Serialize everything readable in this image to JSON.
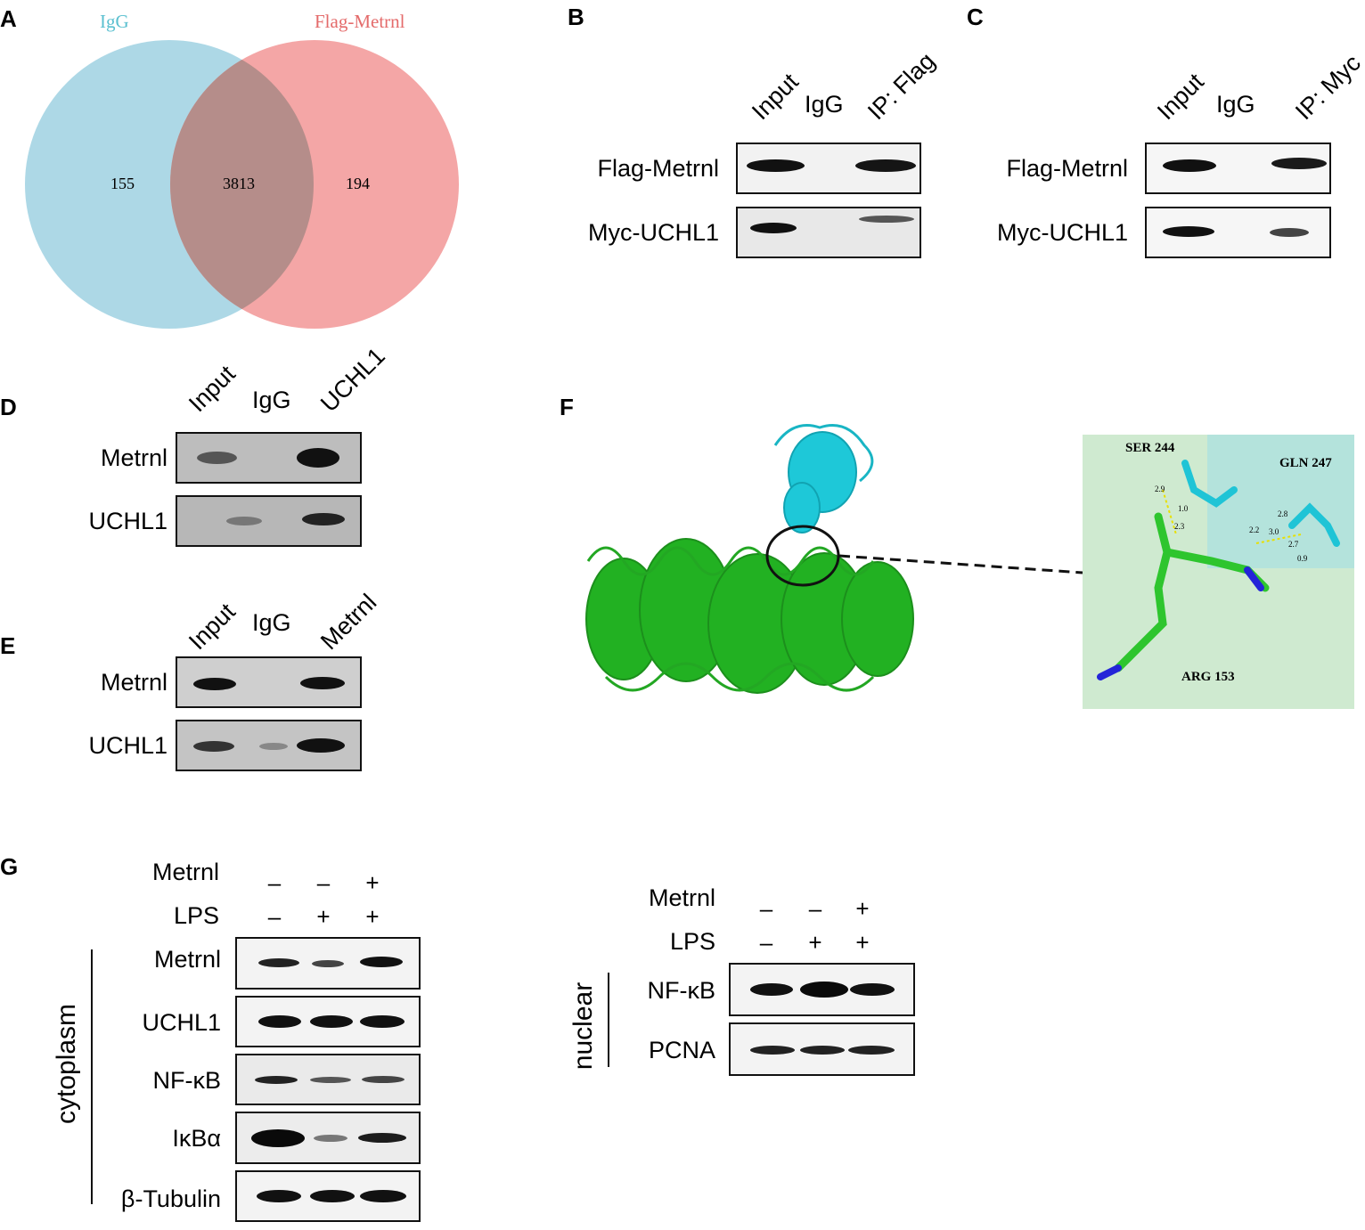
{
  "panels": {
    "A": "A",
    "B": "B",
    "C": "C",
    "D": "D",
    "E": "E",
    "F": "F",
    "G": "G"
  },
  "venn": {
    "left_label": "IgG",
    "right_label": "Flag-Metrnl",
    "left_only": "155",
    "overlap": "3813",
    "right_only": "194",
    "left_color": "#add8e6",
    "right_color": "#f4a6a6",
    "overlap_color": "#b58d8a",
    "left_label_color": "#5bc0d0",
    "right_label_color": "#e46b6b"
  },
  "panel_b": {
    "lanes": [
      "Input",
      "IgG",
      "IP: Flag"
    ],
    "rows": [
      "Flag-Metrnl",
      "Myc-UCHL1"
    ]
  },
  "panel_c": {
    "lanes": [
      "Input",
      "IgG",
      "IP: Myc"
    ],
    "rows": [
      "Flag-Metrnl",
      "Myc-UCHL1"
    ]
  },
  "panel_d": {
    "lanes": [
      "Input",
      "IgG",
      "UCHL1"
    ],
    "rows": [
      "Metrnl",
      "UCHL1"
    ]
  },
  "panel_e": {
    "lanes": [
      "Input",
      "IgG",
      "Metrnl"
    ],
    "rows": [
      "Metrnl",
      "UCHL1"
    ]
  },
  "panel_f": {
    "residues": [
      "SER 244",
      "GLN 247",
      "ARG 153"
    ],
    "distances": [
      "2.9",
      "1.0",
      "2.3",
      "2.8",
      "2.2",
      "3.0",
      "2.7",
      "0.9"
    ]
  },
  "panel_g_cyto": {
    "treat_rows": [
      {
        "label": "Metrnl",
        "signs": [
          "–",
          "–",
          "+"
        ]
      },
      {
        "label": "LPS",
        "signs": [
          "–",
          "+",
          "+"
        ]
      }
    ],
    "rows": [
      "Metrnl",
      "UCHL1",
      "NF-κB",
      "IκBα",
      "β-Tubulin"
    ],
    "fraction": "cytoplasm"
  },
  "panel_g_nuc": {
    "treat_rows": [
      {
        "label": "Metrnl",
        "signs": [
          "–",
          "–",
          "+"
        ]
      },
      {
        "label": "LPS",
        "signs": [
          "–",
          "+",
          "+"
        ]
      }
    ],
    "rows": [
      "NF-κB",
      "PCNA"
    ],
    "fraction": "nuclear"
  }
}
